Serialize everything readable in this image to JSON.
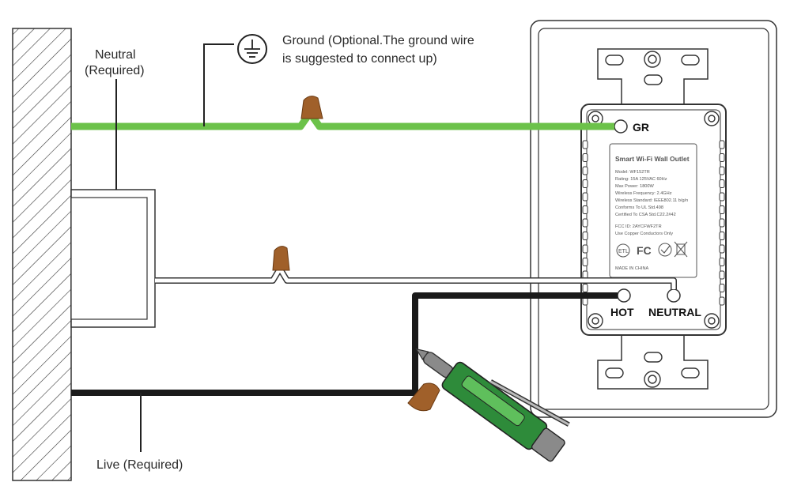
{
  "labels": {
    "neutral_line1": "Neutral",
    "neutral_line2": "(Required)",
    "ground_line1": "Ground (Optional.The ground wire",
    "ground_line2": "is suggested to connect up)",
    "live": "Live (Required)"
  },
  "terminals": {
    "ground": "GR",
    "hot": "HOT",
    "neutral": "NEUTRAL"
  },
  "product_label": {
    "title": "Smart Wi-Fi Wall Outlet",
    "specs": [
      "Model: WF152TR",
      "Rating: 15A 125VAC 60Hz",
      "Max Power: 1800W",
      "Wireless Frequency: 2.4GHz",
      "Wireless Standard: IEEE802.11 b/g/n",
      "Conforms To UL Std.498",
      "Certified To CSA Std.C22.2#42"
    ],
    "fcc_id": "FCC ID: 2AYCFWF2TR",
    "copper_note": "Use Copper Conductors Only",
    "fc_mark": "FC",
    "made_in": "MADE IN CHINA"
  },
  "colors": {
    "ground_wire": "#6cc24a",
    "hot_wire": "#1a1a1a",
    "neutral_wire": "#ffffff",
    "wire_nut": "#a0602a",
    "tester_body": "#2e8b3a",
    "outline": "#333333"
  },
  "icons": [
    "ground-symbol-icon",
    "wire-nut-icon",
    "voltage-tester-icon",
    "etl-mark-icon",
    "fcc-mark-icon",
    "weee-bin-icon"
  ]
}
